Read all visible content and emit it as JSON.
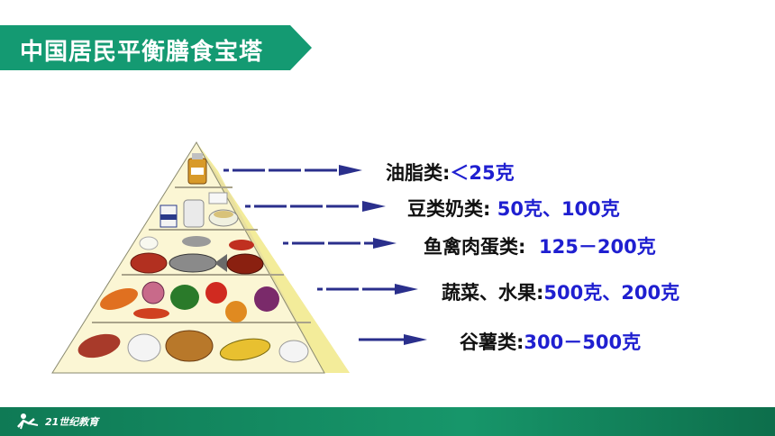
{
  "header": {
    "title": "中国居民平衡膳食宝塔",
    "accent_color": "#149a72"
  },
  "pyramid": {
    "levels": [
      {
        "category": "油脂类:",
        "value": "＜25克"
      },
      {
        "category": "豆类奶类:",
        "value": "50克、100克"
      },
      {
        "category": "鱼禽肉蛋类:",
        "value": "125－200克"
      },
      {
        "category": "蔬菜、水果:",
        "value": "500克、200克"
      },
      {
        "category": "谷薯类:",
        "value": "300－500克"
      }
    ],
    "fill_color": "#f5f0a8",
    "arrow_color": "#2a2f8c"
  },
  "footer": {
    "logo_text": "21世纪教育",
    "color": "#158a60"
  }
}
